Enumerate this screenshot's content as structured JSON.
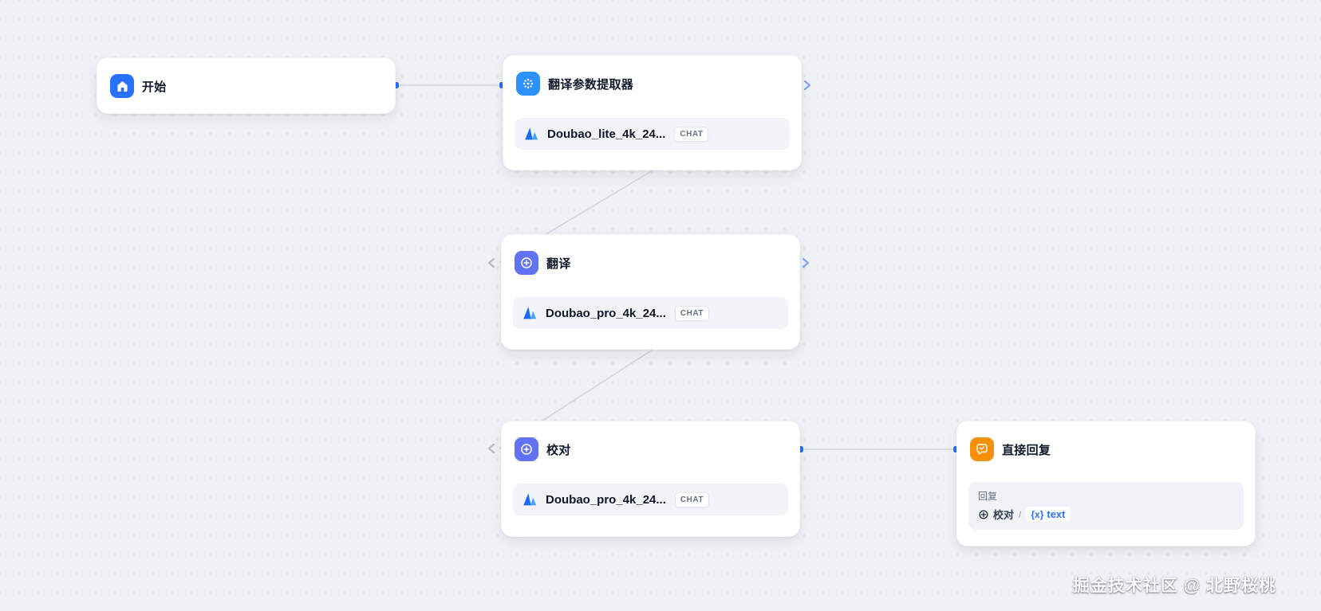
{
  "watermark": "掘金技术社区 @ 北野桜桃",
  "colors": {
    "accent_blue": "#2970ff",
    "extractor_icon_blue": "#2e90fa",
    "llm_icon_indigo": "#6172f3",
    "answer_icon_orange": "#f79009",
    "variable_blue": "#2970ff",
    "edge_gray": "#d3d6dd",
    "canvas_bg": "#f0f1f4"
  },
  "nodes": {
    "start": {
      "title": "开始",
      "icon": "home-icon"
    },
    "extractor": {
      "title": "翻译参数提取器",
      "icon": "parameter-extractor-icon",
      "model": "Doubao_lite_4k_24...",
      "model_icon": "doubao-icon",
      "badge": "CHAT"
    },
    "translate": {
      "title": "翻译",
      "icon": "llm-icon",
      "model": "Doubao_pro_4k_24...",
      "model_icon": "doubao-icon",
      "badge": "CHAT"
    },
    "proofread": {
      "title": "校对",
      "icon": "llm-icon",
      "model": "Doubao_pro_4k_24...",
      "model_icon": "doubao-icon",
      "badge": "CHAT"
    },
    "answer": {
      "title": "直接回复",
      "icon": "answer-icon",
      "output_label": "回复",
      "variable": {
        "source_node": "校对",
        "separator": "/",
        "prefix": "{x}",
        "name": "text"
      }
    }
  }
}
